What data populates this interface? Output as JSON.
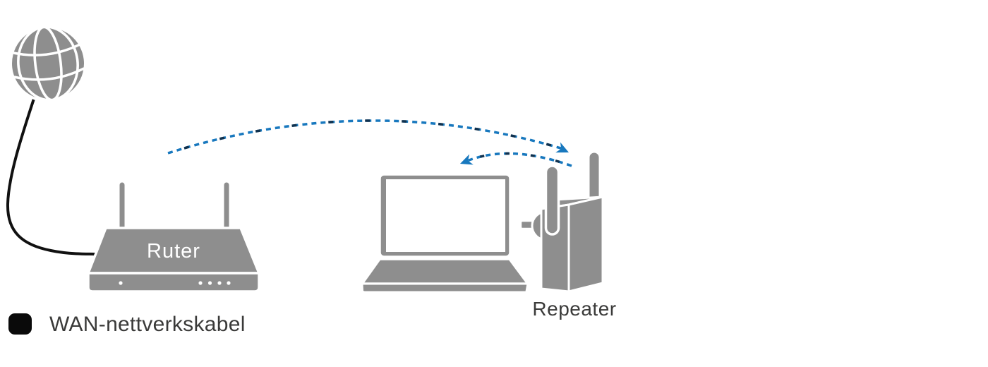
{
  "diagram": {
    "title": "wifi-repeater-setup-diagram",
    "background_color": "#ffffff",
    "labels": {
      "router": "Ruter",
      "repeater": "Repeater"
    },
    "legend": {
      "swatch_color": "#0a0a0a",
      "label": "WAN-nettverkskabel"
    },
    "nodes": [
      {
        "id": "internet",
        "icon": "globe-icon"
      },
      {
        "id": "router",
        "icon": "router-icon",
        "label": "Ruter"
      },
      {
        "id": "laptop",
        "icon": "laptop-icon"
      },
      {
        "id": "repeater",
        "icon": "repeater-icon",
        "label": "Repeater"
      }
    ],
    "connections": [
      {
        "from": "internet",
        "to": "router",
        "kind": "WAN-nettverkskabel",
        "style": "solid",
        "color": "#111111"
      },
      {
        "from": "router",
        "to": "repeater",
        "kind": "wifi",
        "style": "dashed-arrow",
        "color": "#1878be"
      },
      {
        "from": "repeater",
        "to": "laptop",
        "kind": "wifi",
        "style": "dashed-arrow",
        "color": "#1878be"
      }
    ],
    "colors": {
      "device_gray": "#8e8e8e",
      "outline_white": "#ffffff",
      "wifi_blue": "#1878be",
      "wifi_dash_dark": "#10314e",
      "text_dark": "#3a3a39",
      "cable_black": "#111111"
    }
  }
}
